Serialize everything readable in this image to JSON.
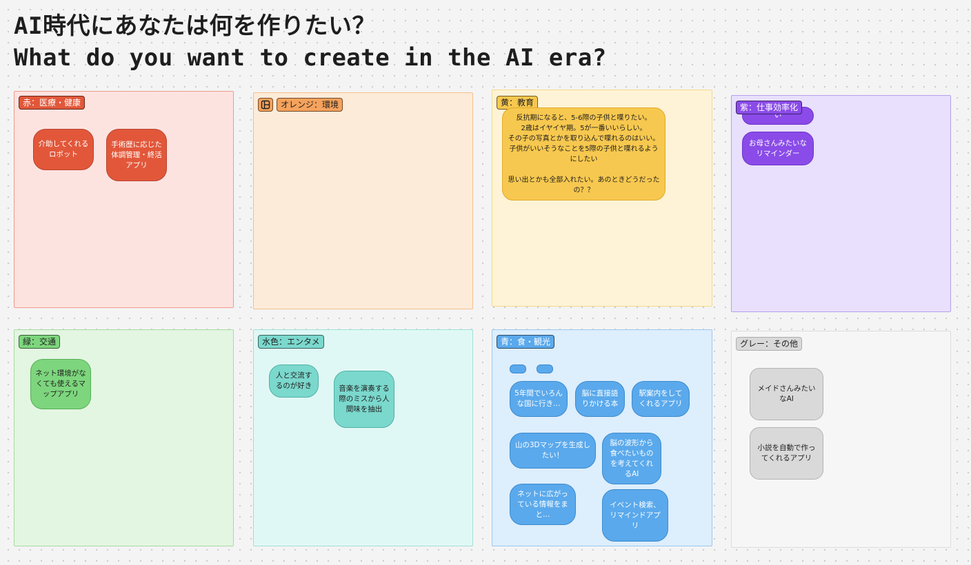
{
  "title": {
    "ja": "AI時代にあなたは何を作りたい？",
    "en": "What do you want to create in the AI era?"
  },
  "sections": {
    "red": {
      "label": "赤：医療・健康",
      "fill": "#fde3e0",
      "label_color": "#e2573a",
      "notes": [
        "介助してくれるロボット",
        "手術歴に応じた体調管理・終活アプリ"
      ]
    },
    "orange": {
      "label": "オレンジ：環境",
      "fill": "#fdebd9",
      "label_color": "#f5a25c",
      "icon": "layout-frame-icon",
      "notes": []
    },
    "yellow": {
      "label": "黄：教育",
      "fill": "#fef3d6",
      "label_color": "#f7c84f",
      "notes": [
        "反抗期になると、5-6際の子供と喋りたい。\n2歳はイヤイヤ期。5が一番いいらしい。\nその子の写真とかを取り込んで喋れるのはいい。\n子供がいいそうなことを5際の子供と喋れるようにしたい\n\n思い出とかも全部入れたい。あのときどうだったの？？"
      ]
    },
    "purple": {
      "label": "紫：仕事効率化",
      "fill": "#e8e0fc",
      "label_color": "#8a4be8",
      "notes": [
        "PTAの管理をしたい",
        "お母さんみたいなリマインダー"
      ]
    },
    "green": {
      "label": "緑：交通",
      "fill": "#e3f6e1",
      "label_color": "#7dd67d",
      "notes": [
        "ネット環境がなくても使えるマップアプリ"
      ]
    },
    "cyan": {
      "label": "水色：エンタメ",
      "fill": "#e0f8f5",
      "label_color": "#7bd8cd",
      "notes": [
        "人と交流するのが好き",
        "音楽を演奏する際のミスから人間味を抽出"
      ]
    },
    "blue": {
      "label": "青：食・観光",
      "fill": "#ddeefd",
      "label_color": "#5aa9ec",
      "notes": [
        "5年間でいろんな国に行き…",
        "脳に直接語りかける本",
        "駅案内をしてくれるアプリ",
        "山の3Dマップを生成したい！",
        "脳の波形から食べたいものを考えてくれるAI",
        "ネットに広がっている情報をまと…",
        "イベント検索、リマインドアプリ"
      ]
    },
    "gray": {
      "label": "グレー：その他",
      "fill": "#f6f6f6",
      "label_color": "#d9d9d9",
      "notes": [
        "メイドさんみたいなAI",
        "小説を自動で作ってくれるアプリ"
      ]
    }
  }
}
